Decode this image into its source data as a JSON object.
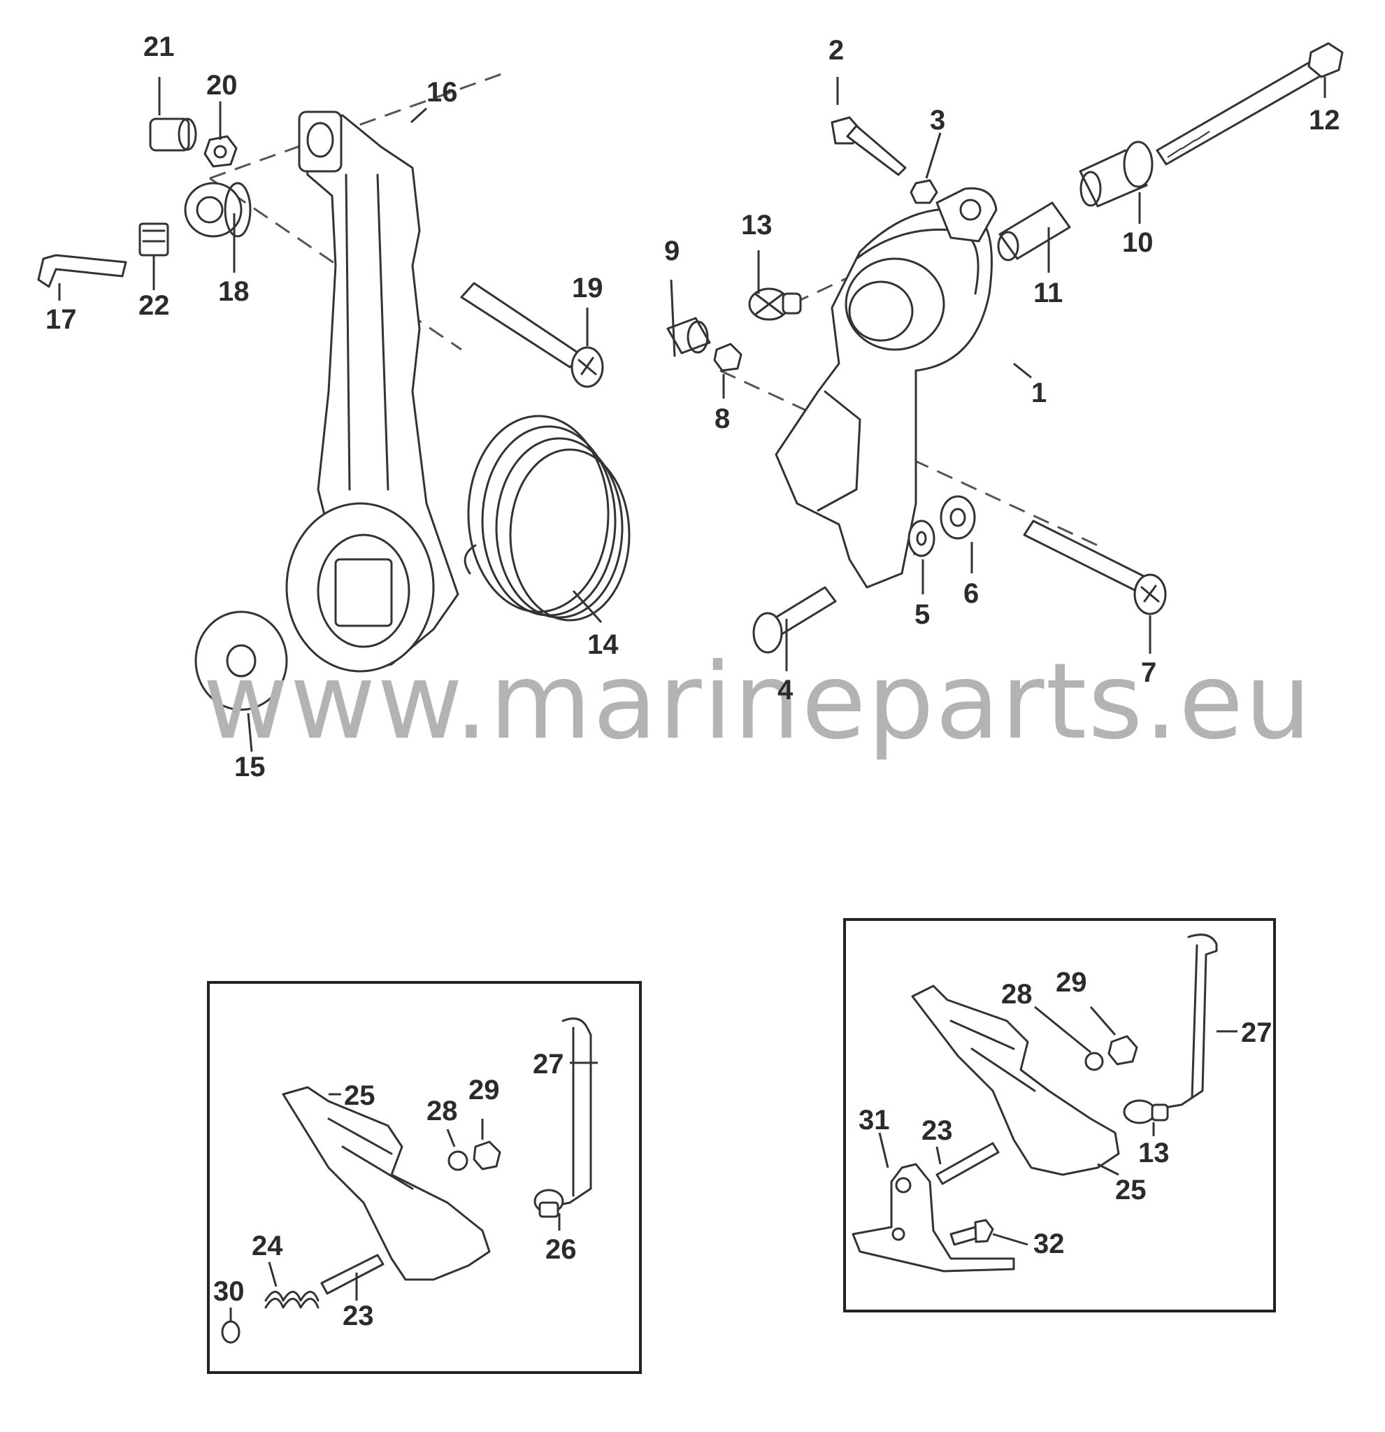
{
  "watermark": "www.marineparts.eu",
  "callouts": {
    "c1": "1",
    "c2": "2",
    "c3": "3",
    "c4": "4",
    "c5": "5",
    "c6": "6",
    "c7": "7",
    "c8": "8",
    "c9": "9",
    "c10": "10",
    "c11": "11",
    "c12": "12",
    "c13": "13",
    "c14": "14",
    "c15": "15",
    "c16": "16",
    "c17": "17",
    "c18": "18",
    "c19": "19",
    "c20": "20",
    "c21": "21",
    "c22": "22",
    "a23": "23",
    "a24": "24",
    "a25": "25",
    "a26": "26",
    "a27": "27",
    "a28": "28",
    "a29": "29",
    "a30": "30",
    "b13": "13",
    "b23": "23",
    "b25": "25",
    "b27": "27",
    "b28": "28",
    "b29": "29",
    "b31": "31",
    "b32": "32"
  }
}
